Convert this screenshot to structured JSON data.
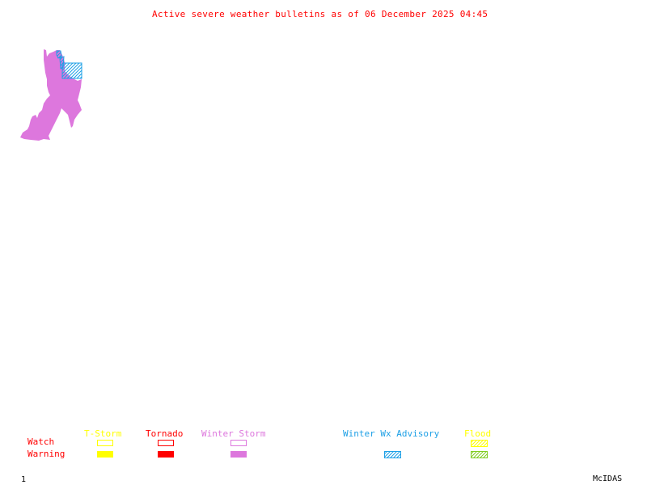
{
  "title": "Active severe weather bulletins as of 06 December 2025 04:45",
  "colors": {
    "title": "#ff0000",
    "tstorm": "#ffff00",
    "tornado": "#ff0000",
    "winter_storm": "#dd77dd",
    "winter_wx_advisory": "#1ea0e6",
    "flood_watch": "#ffff00",
    "flood_warning": "#80cc20"
  },
  "map": {
    "active_areas": [
      {
        "type": "Winter Storm Warning",
        "color_key": "winter_storm",
        "style": "fill"
      },
      {
        "type": "Winter Wx Advisory",
        "color_key": "winter_wx_advisory",
        "style": "hatch"
      }
    ]
  },
  "legend": {
    "row_labels": {
      "watch": "Watch",
      "warning": "Warning"
    },
    "categories": [
      {
        "label": "T-Storm",
        "watch": "outline",
        "warning": "fill"
      },
      {
        "label": "Tornado",
        "watch": "outline",
        "warning": "fill"
      },
      {
        "label": "Winter Storm",
        "watch": "outline",
        "warning": "fill"
      },
      {
        "label": "Winter Wx Advisory",
        "watch": null,
        "warning": "hatch"
      },
      {
        "label": "Flood",
        "watch": "hatch",
        "warning": "hatch"
      }
    ]
  },
  "footer": {
    "page_number": "1",
    "brand": "McIDAS"
  }
}
